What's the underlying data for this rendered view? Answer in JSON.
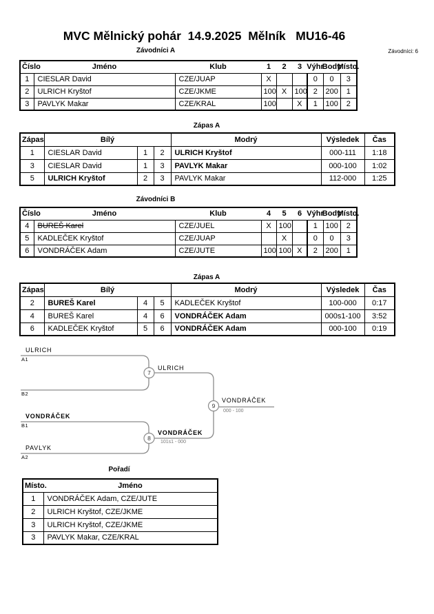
{
  "header": {
    "title": "MVC Mělnický pohár  14.9.2025  Mělník   MU16-46",
    "participants_note": "Závodníci: 6"
  },
  "groupA": {
    "title": "Závodníci A",
    "cols": [
      "Číslo",
      "Jméno",
      "Klub",
      "1",
      "2",
      "3",
      "Výhr",
      "Body",
      "Místo."
    ],
    "rows": [
      [
        "1",
        "CIESLAR David",
        "CZE/JUAP",
        "X",
        "",
        "",
        "0",
        "0",
        "3"
      ],
      [
        "2",
        "ULRICH Kryštof",
        "CZE/JKME",
        "100",
        "X",
        "100",
        "2",
        "200",
        "1"
      ],
      [
        "3",
        "PAVLYK Makar",
        "CZE/KRAL",
        "100",
        "",
        "X",
        "1",
        "100",
        "2"
      ]
    ]
  },
  "matchA": {
    "title": "Zápas A",
    "cols": [
      "Zápas",
      "Bílý",
      "Modrý",
      "Výsledek",
      "Čas"
    ],
    "rows": [
      [
        "1",
        "CIESLAR David",
        "1",
        "2",
        "ULRICH Kryštof",
        "000-111",
        "1:18"
      ],
      [
        "3",
        "CIESLAR David",
        "1",
        "3",
        "PAVLYK Makar",
        "000-100",
        "1:02"
      ],
      [
        "5",
        "ULRICH Kryštof",
        "2",
        "3",
        "PAVLYK Makar",
        "112-000",
        "1:25"
      ]
    ]
  },
  "groupB": {
    "title": "Závodníci B",
    "cols": [
      "Číslo",
      "Jméno",
      "Klub",
      "4",
      "5",
      "6",
      "Výhr",
      "Body",
      "Místo."
    ],
    "rows": [
      [
        "4",
        "BUREŠ Karel",
        "CZE/JUEL",
        "X",
        "100",
        "",
        "1",
        "100",
        "2"
      ],
      [
        "5",
        "KADLEČEK Kryštof",
        "CZE/JUAP",
        "",
        "X",
        "",
        "0",
        "0",
        "3"
      ],
      [
        "6",
        "VONDRÁČEK Adam",
        "CZE/JUTE",
        "100",
        "100",
        "X",
        "2",
        "200",
        "1"
      ]
    ]
  },
  "matchB": {
    "title": "Zápas A",
    "cols": [
      "Zápas",
      "Bílý",
      "Modrý",
      "Výsledek",
      "Čas"
    ],
    "rows": [
      [
        "2",
        "BUREŠ Karel",
        "4",
        "5",
        "KADLEČEK Kryštof",
        "100-000",
        "0:17"
      ],
      [
        "4",
        "BUREŠ Karel",
        "4",
        "6",
        "VONDRÁČEK Adam",
        "000s1-100",
        "3:52"
      ],
      [
        "6",
        "KADLEČEK Kryštof",
        "5",
        "6",
        "VONDRÁČEK Adam",
        "000-100",
        "0:19"
      ]
    ]
  },
  "bracket": {
    "seed_a1": {
      "name": "ULRICH",
      "code": "A1"
    },
    "seed_b2": {
      "name": "",
      "code": "B2"
    },
    "seed_b1": {
      "name": "VONDRÁČEK",
      "code": "B1"
    },
    "seed_a2": {
      "name": "PAVLYK",
      "code": "A2"
    },
    "match7": {
      "num": "7",
      "winner": "ULRICH"
    },
    "match8": {
      "num": "8",
      "winner": "VONDRÁČEK",
      "score": "101s1 - 000"
    },
    "match9": {
      "num": "9",
      "winner": "VONDRÁČEK",
      "score": "000 - 100"
    }
  },
  "standings": {
    "title": "Pořadí",
    "cols": [
      "Místo.",
      "Jméno"
    ],
    "rows": [
      [
        "1",
        "VONDRÁČEK Adam, CZE/JUTE"
      ],
      [
        "2",
        "ULRICH Kryštof, CZE/JKME"
      ],
      [
        "3",
        "ULRICH Kryštof, CZE/JKME"
      ],
      [
        "3",
        "PAVLYK Makar, CZE/KRAL"
      ]
    ]
  }
}
